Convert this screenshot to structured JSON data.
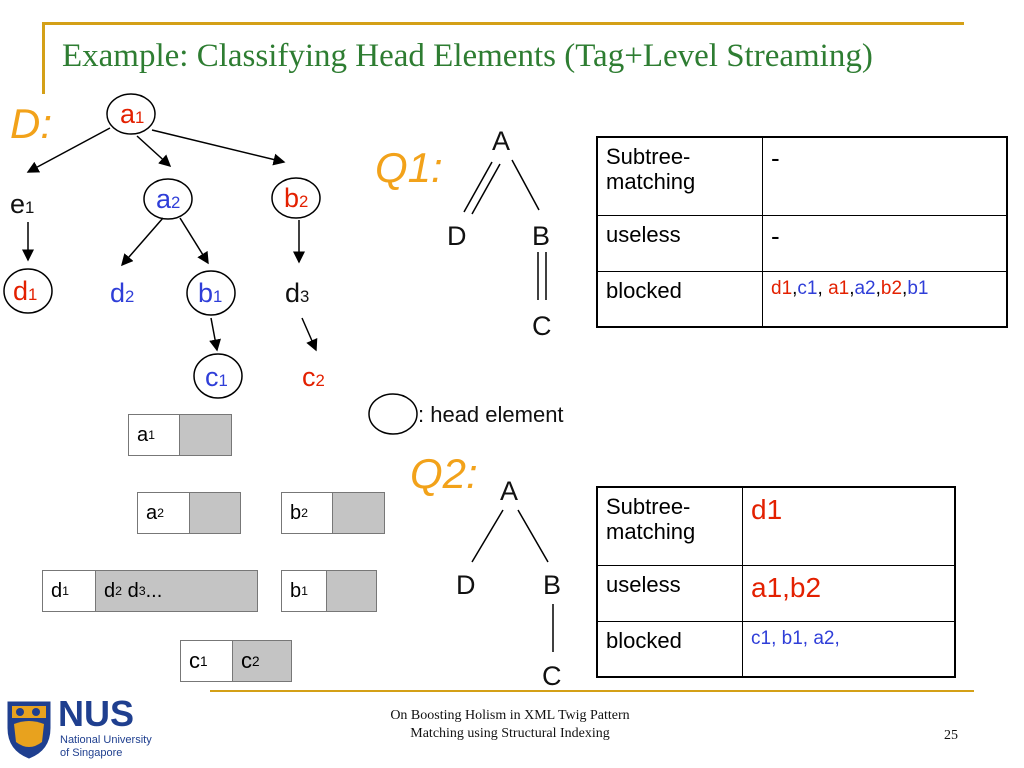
{
  "title": "Example: Classifying Head Elements (Tag+Level Streaming)",
  "doc_label": "D:",
  "q1_label": "Q1:",
  "q2_label": "Q2:",
  "legend_text": ": head element",
  "doc_tree": {
    "a1": {
      "l": "a",
      "s": "1"
    },
    "e1": {
      "l": "e",
      "s": "1"
    },
    "a2": {
      "l": "a",
      "s": "2"
    },
    "b2": {
      "l": "b",
      "s": "2"
    },
    "d1": {
      "l": "d",
      "s": "1"
    },
    "d2": {
      "l": "d",
      "s": "2"
    },
    "b1": {
      "l": "b",
      "s": "1"
    },
    "d3": {
      "l": "d",
      "s": "3"
    },
    "c1": {
      "l": "c",
      "s": "1"
    },
    "c2": {
      "l": "c",
      "s": "2"
    }
  },
  "q1_nodes": {
    "A": "A",
    "D": "D",
    "B": "B",
    "C": "C"
  },
  "q2_nodes": {
    "A": "A",
    "D": "D",
    "B": "B",
    "C": "C"
  },
  "streams": {
    "a1": {
      "white": "a",
      "white_sub": "1",
      "gray": ""
    },
    "a2": {
      "white": "a",
      "white_sub": "2",
      "gray": ""
    },
    "b2": {
      "white": "b",
      "white_sub": "2",
      "gray": ""
    },
    "d": {
      "white": "d",
      "white_sub": "1",
      "gray_1": "d",
      "gray_1_sub": "2",
      "gray_2": "d",
      "gray_2_sub": "3",
      "gray_rest": " ..."
    },
    "b1": {
      "white": "b",
      "white_sub": "1",
      "gray": ""
    },
    "c": {
      "white": "c",
      "white_sub": "1",
      "gray": "c",
      "gray_sub": "2"
    }
  },
  "q1_table": {
    "row1_label": "Subtree-matching",
    "row1_value": "-",
    "row2_label": "useless",
    "row2_value": "-",
    "row3_label": "blocked",
    "row3_values": [
      {
        "t": "d1",
        "c": "red"
      },
      {
        "t": ",",
        "c": "black"
      },
      {
        "t": "c1",
        "c": "blue"
      },
      {
        "t": ", ",
        "c": "black"
      },
      {
        "t": "a1",
        "c": "red"
      },
      {
        "t": ",",
        "c": "black"
      },
      {
        "t": "a2",
        "c": "blue"
      },
      {
        "t": ",",
        "c": "black"
      },
      {
        "t": "b2",
        "c": "red"
      },
      {
        "t": ",",
        "c": "black"
      },
      {
        "t": "b1",
        "c": "blue"
      }
    ]
  },
  "q2_table": {
    "row1_label": "Subtree-matching",
    "row1_value": "d1",
    "row2_label": "useless",
    "row2_value": "a1,b2",
    "row3_label": "blocked",
    "row3_value": "c1, b1, a2,"
  },
  "footer": {
    "line1": "On Boosting Holism in XML Twig Pattern",
    "line2": "Matching using Structural Indexing",
    "page": "25"
  },
  "logo": {
    "text": "NUS",
    "line1": "National University",
    "line2": "of Singapore"
  },
  "colors": {
    "title": "#2e7d32",
    "accent": "#f2a21a",
    "red": "#e32000",
    "blue": "#2f3ed8",
    "rule": "#d4a017"
  }
}
